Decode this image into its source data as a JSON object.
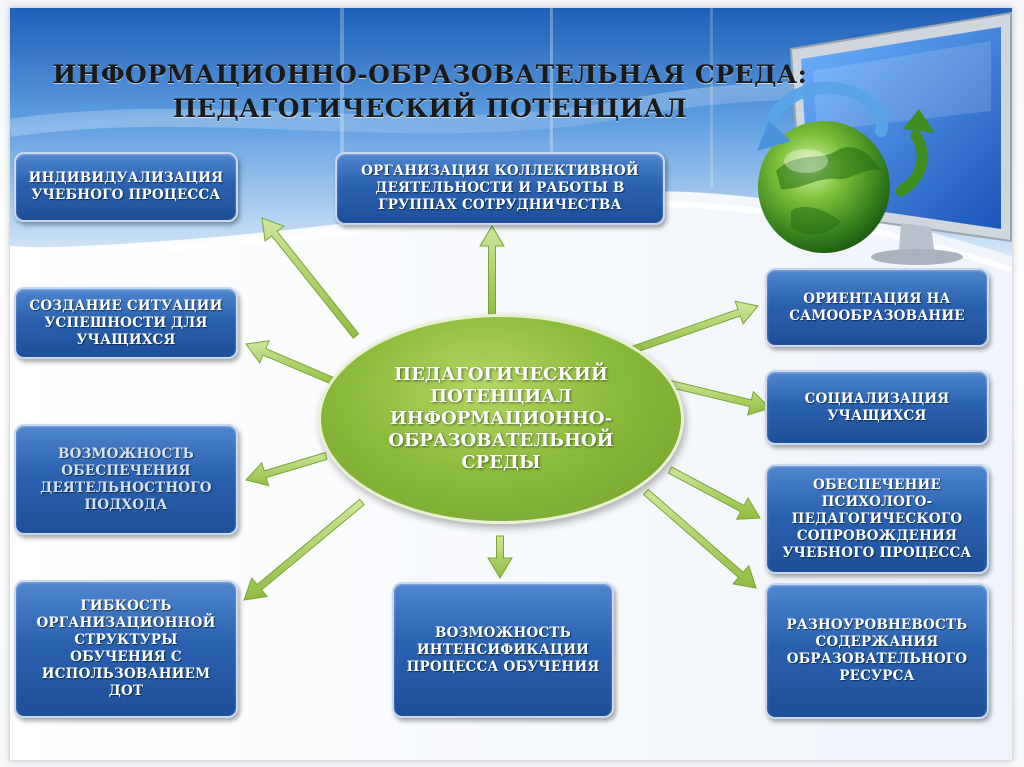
{
  "diagram": {
    "title_line1": "ИНФОРМАЦИОННО-ОБРАЗОВАТЕЛЬНАЯ СРЕДА:",
    "title_line2": "ПЕДАГОГИЧЕСКИЙ ПОТЕНЦИАЛ",
    "center": "ПЕДАГОГИЧЕСКИЙ ПОТЕНЦИАЛ ИНФОРМАЦИОННО-ОБРАЗОВАТЕЛЬНОЙ СРЕДЫ",
    "nodes": {
      "individualization": "ИНДИВИДУАЛИЗАЦИЯ УЧЕБНОГО ПРОЦЕССА",
      "collective": "ОРГАНИЗАЦИЯ КОЛЛЕКТИВНОЙ ДЕЯТЕЛЬНОСТИ И РАБОТЫ В ГРУППАХ СОТРУДНИЧЕСТВА",
      "success": "СОЗДАНИЕ СИТУАЦИИ УСПЕШНОСТИ ДЛЯ УЧАЩИХСЯ",
      "activity": "ВОЗМОЖНОСТЬ ОБЕСПЕЧЕНИЯ ДЕЯТЕЛЬНОСТНОГО ПОДХОДА",
      "flexibility": "ГИБКОСТЬ ОРГАНИЗАЦИОННОЙ СТРУКТУРЫ ОБУЧЕНИЯ С ИСПОЛЬЗОВАНИЕМ ДОТ",
      "intensification": "ВОЗМОЖНОСТЬ ИНТЕНСИФИКАЦИИ ПРОЦЕССА ОБУЧЕНИЯ",
      "self_education": "ОРИЕНТАЦИЯ НА САМООБРАЗОВАНИЕ",
      "socialization": "СОЦИАЛИЗАЦИЯ УЧАЩИХСЯ",
      "psych_support": "ОБЕСПЕЧЕНИЕ ПСИХОЛОГО-ПЕДАГОГИЧЕСКОГО СОПРОВОЖДЕНИЯ УЧЕБНОГО ПРОЦЕССА",
      "multilevel": "РАЗНОУРОВНЕВОСТЬ СОДЕРЖАНИЯ ОБРАЗОВАТЕЛЬНОГО РЕСУРСА"
    }
  },
  "colors": {
    "box_blue": "#2a62b0",
    "center_green": "#8cbc3c",
    "arrow_green": "#a6cd52",
    "sky_blue": "#3a7fd0"
  },
  "icons": {
    "decoration": "globe-monitor-illustration"
  }
}
